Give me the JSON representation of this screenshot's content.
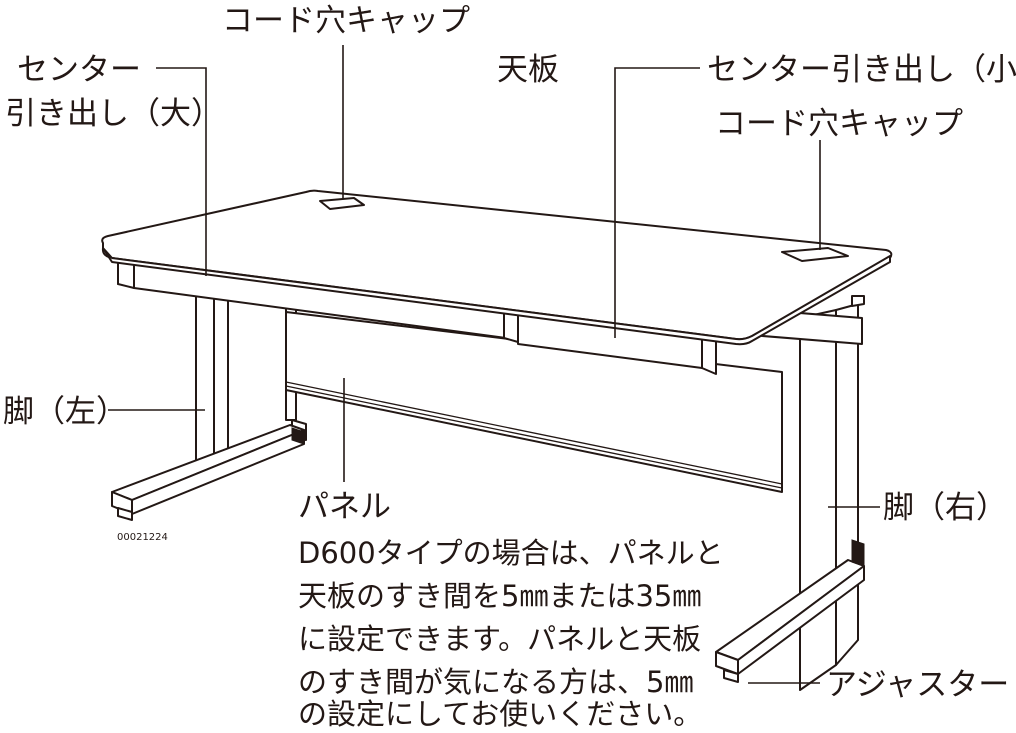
{
  "labels": {
    "cord_cap_top": "コード穴キャップ",
    "center_drawer_large_line1": "センター",
    "center_drawer_large_line2": "引き出し（大）",
    "top_board": "天板",
    "center_drawer_small": "センター引き出し（小）",
    "cord_cap_right": "コード穴キャップ",
    "leg_left": "脚（左）",
    "leg_right": "脚（右）",
    "panel": "パネル",
    "adjuster": "アジャスター",
    "drawing_code": "00021224"
  },
  "note_lines": [
    "D600タイプの場合は、パネルと",
    "天板のすき間を5㎜または35㎜",
    "に設定できます。パネルと天板",
    "のすき間が気になる方は、5㎜",
    "の設定にしてお使いください。"
  ]
}
